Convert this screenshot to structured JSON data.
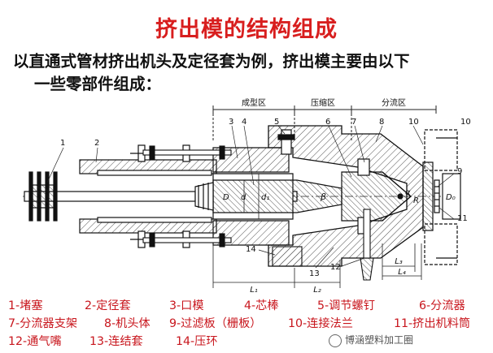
{
  "title": "挤出模的结构组成",
  "intro": {
    "line1": "以直通式管材挤出机头及定径套为例，挤出模主要由以下",
    "line2": "一些零部件组成："
  },
  "diagram": {
    "zones": [
      "成型区",
      "压缩区",
      "分流区"
    ],
    "callouts": [
      "1",
      "2",
      "3",
      "4",
      "5",
      "6",
      "7",
      "8",
      "9",
      "10",
      "10",
      "11",
      "12",
      "13",
      "14"
    ],
    "dims": {
      "L1": "L₁",
      "L2": "L₂",
      "L3": "L₃",
      "L4": "L₄",
      "D": "D",
      "d": "d",
      "d1": "d₁",
      "D0": "D₀",
      "beta": "β",
      "alpha": "α",
      "R": "R"
    }
  },
  "legend": {
    "rows": [
      [
        "1-堵塞",
        "2-定径套",
        "3-口模",
        "4-芯棒",
        "5-调节螺钉",
        "6-分流器"
      ],
      [
        "7-分流器支架",
        "8-机头体",
        "9-过滤板（栅板）",
        "10-连接法兰",
        "11-挤出机料筒"
      ],
      [
        "12-通气嘴",
        "13-连结套",
        "14-压环"
      ]
    ]
  },
  "watermark": "博涵塑料加工圈",
  "colors": {
    "title": "#d81e1e",
    "legend": "#c8161d",
    "ink": "#111111"
  }
}
